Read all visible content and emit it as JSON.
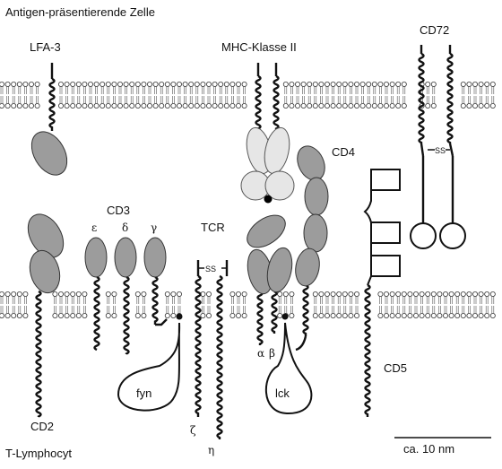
{
  "cells": {
    "top_label": "Antigen-präsentierende Zelle",
    "bottom_label": "T-Lymphocyt"
  },
  "molecules": {
    "lfa3": "LFA-3",
    "mhc2": "MHC-Klasse II",
    "cd72": "CD72",
    "cd4": "CD4",
    "cd3": "CD3",
    "tcr": "TCR",
    "cd2": "CD2",
    "cd5": "CD5"
  },
  "chains": {
    "epsilon": "ε",
    "delta": "δ",
    "gamma": "γ",
    "zeta": "ζ",
    "eta": "η",
    "alpha": "α",
    "beta": "β"
  },
  "kinases": {
    "fyn": "fyn",
    "lck": "lck"
  },
  "bonds": {
    "ss": "SS"
  },
  "scale": {
    "label": "ca. 10 nm"
  },
  "colors": {
    "domain_gray": "#9c9c9c",
    "mhc_light": "#e6e6e6",
    "line": "#111111"
  }
}
